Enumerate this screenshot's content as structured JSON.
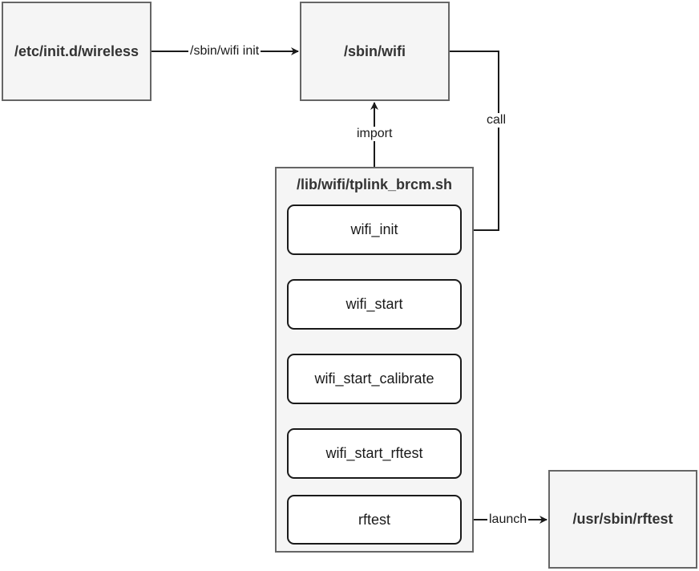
{
  "nodes": {
    "init_wireless": "/etc/init.d/wireless",
    "sbin_wifi": "/sbin/wifi",
    "container_title": "/lib/wifi/tplink_brcm.sh",
    "wifi_init": "wifi_init",
    "wifi_start": "wifi_start",
    "wifi_start_calibrate": "wifi_start_calibrate",
    "wifi_start_rftest": "wifi_start_rftest",
    "rftest": "rftest",
    "usr_sbin_rftest": "/usr/sbin/rftest"
  },
  "edges": {
    "init_label": "/sbin/wifi init",
    "import_label": "import",
    "call_label": "call",
    "launch_label": "launch"
  },
  "colors": {
    "gray_fill": "#f5f5f5",
    "gray_stroke": "#666666",
    "line": "#1a1a1a"
  }
}
